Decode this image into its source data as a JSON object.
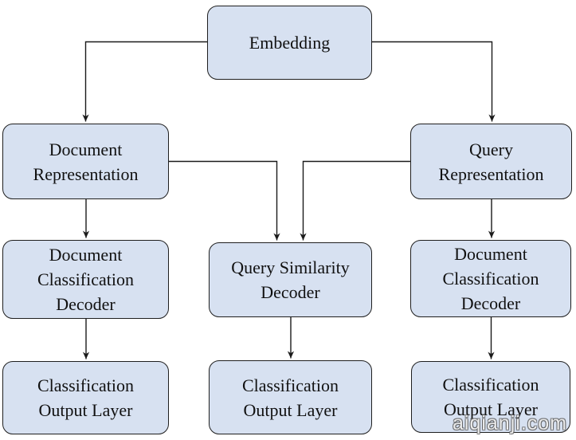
{
  "colors": {
    "node_fill": "#d7e1f1",
    "node_border": "#1f1f1f",
    "connector": "#1a1a1a",
    "background": "#ffffff"
  },
  "watermark": {
    "text": "aiqianji.com"
  },
  "diagram": {
    "type": "flowchart",
    "nodes": [
      {
        "id": "embedding",
        "label": "Embedding",
        "lines": [
          "Embedding"
        ]
      },
      {
        "id": "document-representation",
        "label": "Document Representation",
        "lines": [
          "Document",
          "Representation"
        ]
      },
      {
        "id": "query-representation",
        "label": "Query Representation",
        "lines": [
          "Query",
          "Representation"
        ]
      },
      {
        "id": "document-classification-decoder-left",
        "label": "Document Classification Decoder",
        "lines": [
          "Document",
          "Classification",
          "Decoder"
        ]
      },
      {
        "id": "query-similarity-decoder",
        "label": "Query Similarity Decoder",
        "lines": [
          "Query Similarity",
          "Decoder"
        ]
      },
      {
        "id": "document-classification-decoder-right",
        "label": "Document Classification Decoder",
        "lines": [
          "Document",
          "Classification",
          "Decoder"
        ]
      },
      {
        "id": "classification-output-layer-left",
        "label": "Classification Output Layer",
        "lines": [
          "Classification",
          "Output Layer"
        ]
      },
      {
        "id": "classification-output-layer-middle",
        "label": "Classification Output Layer",
        "lines": [
          "Classification",
          "Output Layer"
        ]
      },
      {
        "id": "classification-output-layer-right",
        "label": "Classification Output Layer",
        "lines": [
          "Classification",
          "Output Layer"
        ]
      }
    ],
    "edges": [
      {
        "from": "embedding",
        "to": "document-representation"
      },
      {
        "from": "embedding",
        "to": "query-representation"
      },
      {
        "from": "document-representation",
        "to": "document-classification-decoder-left"
      },
      {
        "from": "document-representation",
        "to": "query-similarity-decoder"
      },
      {
        "from": "query-representation",
        "to": "query-similarity-decoder"
      },
      {
        "from": "query-representation",
        "to": "document-classification-decoder-right"
      },
      {
        "from": "document-classification-decoder-left",
        "to": "classification-output-layer-left"
      },
      {
        "from": "query-similarity-decoder",
        "to": "classification-output-layer-middle"
      },
      {
        "from": "document-classification-decoder-right",
        "to": "classification-output-layer-right"
      }
    ]
  }
}
